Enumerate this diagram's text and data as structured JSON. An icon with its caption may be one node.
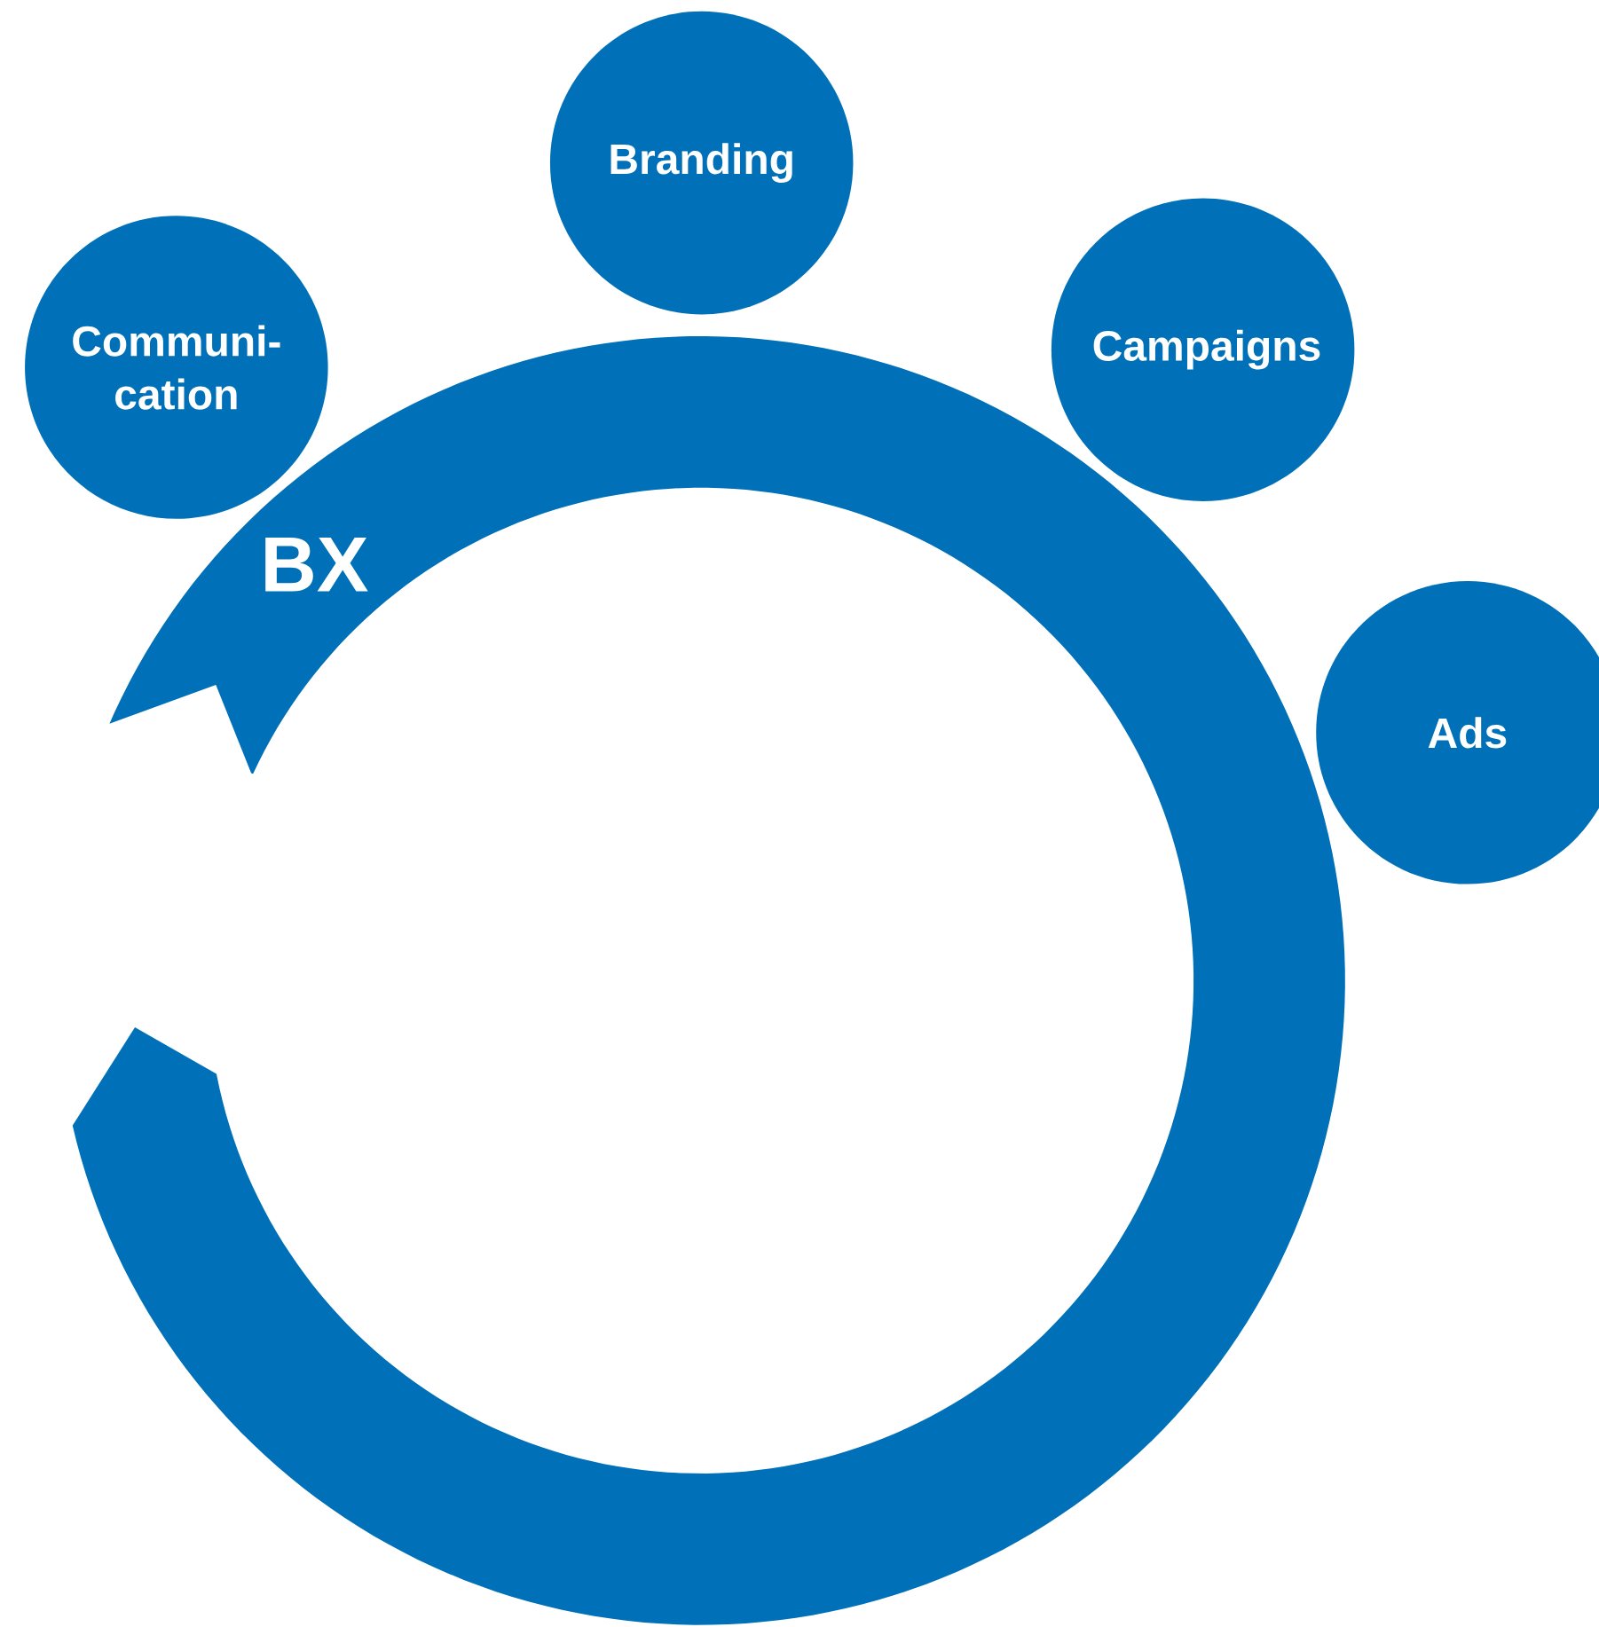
{
  "diagram": {
    "nodes": [
      {
        "text": [
          "Branding"
        ]
      },
      {
        "text": [
          "Communi- cation"
        ]
      },
      {
        "text": [
          "Campaigns"
        ]
      },
      {
        "text": [
          "Ads"
        ]
      }
    ],
    "labels": [
      "BX"
    ]
  }
}
